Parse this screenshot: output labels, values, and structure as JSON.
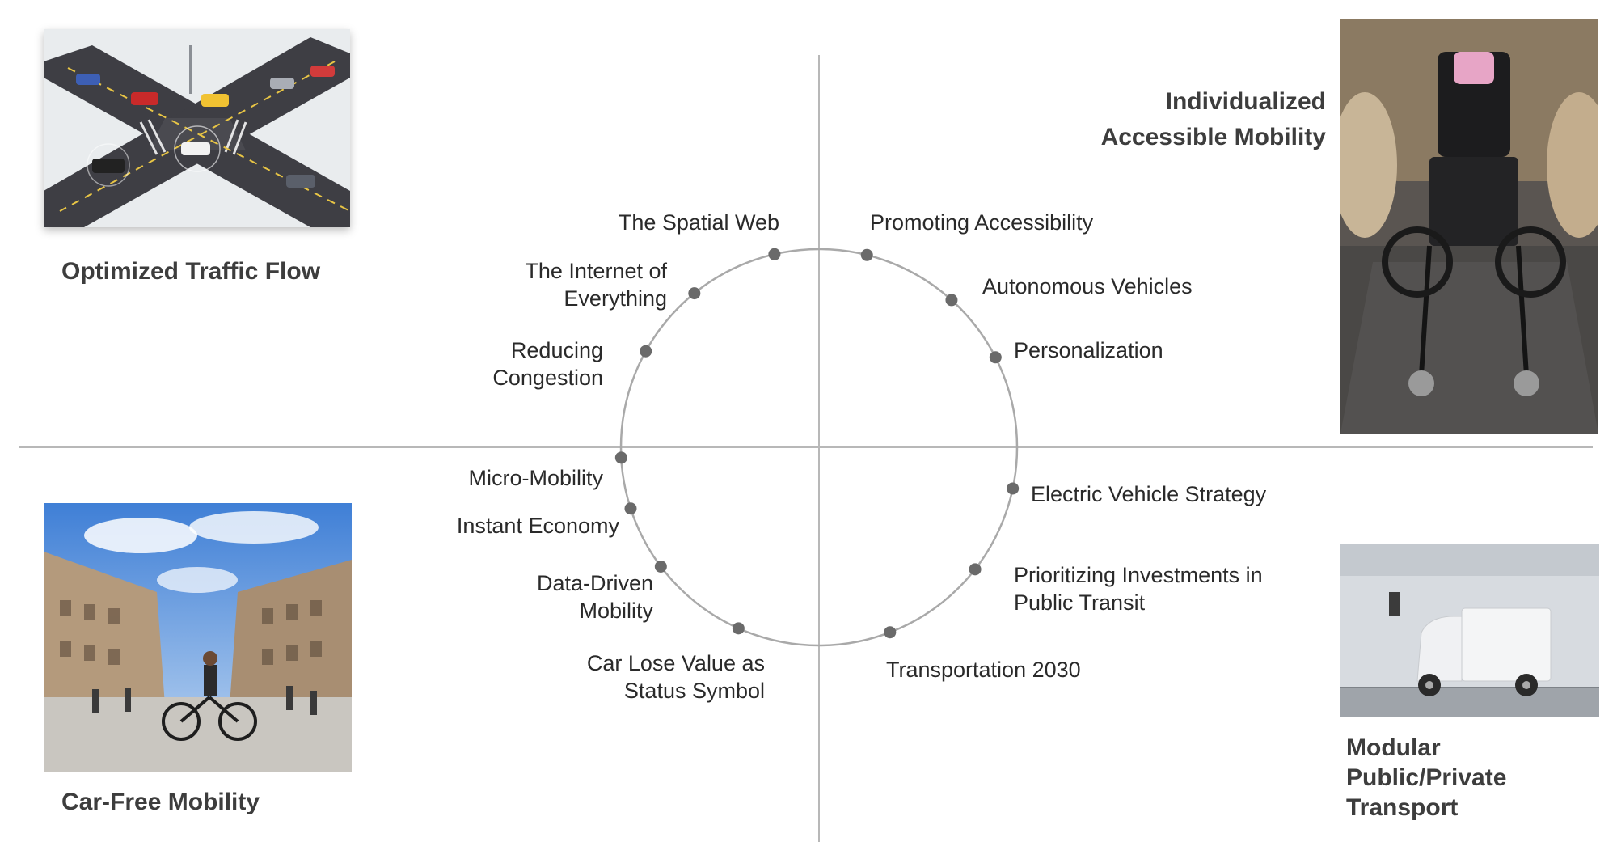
{
  "quadrants": {
    "top_left": {
      "title": "Optimized Traffic Flow",
      "image_icon": "intersection-traffic-image",
      "items": [
        {
          "lines": [
            "The Spatial Web"
          ]
        },
        {
          "lines": [
            "The Internet of",
            "Everything"
          ]
        },
        {
          "lines": [
            "Reducing",
            "Congestion"
          ]
        }
      ]
    },
    "top_right": {
      "title_lines": [
        "Individualized",
        "Accessible Mobility"
      ],
      "image_icon": "wheelchair-vehicle-image",
      "items": [
        {
          "lines": [
            "Promoting Accessibility"
          ]
        },
        {
          "lines": [
            "Autonomous Vehicles"
          ]
        },
        {
          "lines": [
            "Personalization"
          ]
        }
      ]
    },
    "bottom_left": {
      "title": "Car-Free Mobility",
      "image_icon": "city-cyclist-image",
      "items": [
        {
          "lines": [
            "Micro-Mobility"
          ]
        },
        {
          "lines": [
            "Instant Economy"
          ]
        },
        {
          "lines": [
            "Data-Driven",
            "Mobility"
          ]
        },
        {
          "lines": [
            "Car Lose Value as",
            "Status Symbol"
          ]
        }
      ]
    },
    "bottom_right": {
      "title_lines": [
        "Modular",
        "Public/Private",
        "Transport"
      ],
      "image_icon": "electric-tuk-tuk-image",
      "items": [
        {
          "lines": [
            "Electric Vehicle Strategy"
          ]
        },
        {
          "lines": [
            "Prioritizing Investments in",
            "Public Transit"
          ]
        },
        {
          "lines": [
            "Transportation 2030"
          ]
        }
      ]
    }
  },
  "colors": {
    "axis": "#b8b8b8",
    "circle": "#a9a9a9",
    "dot": "#6a6a6a",
    "title": "#3d3d3d"
  }
}
